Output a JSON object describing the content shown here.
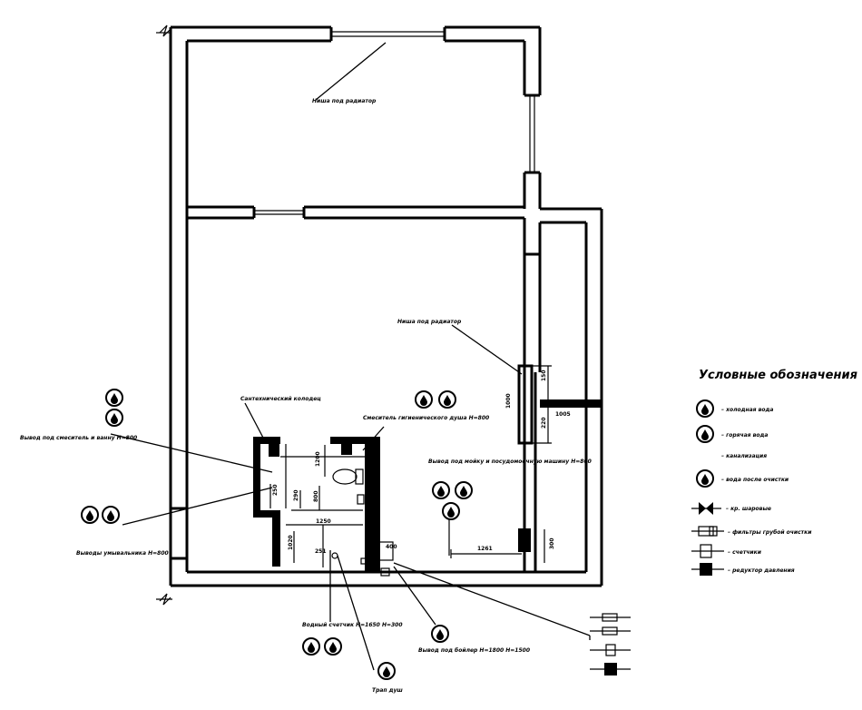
{
  "labels": {
    "niche_top": "Ниша под радиатор",
    "niche_right": "Ниша под радиатор",
    "installation_well": "Сантехнический колодец",
    "hygienic_shower": "Смеситель гигиенического душа  Н=800",
    "left_outlet": "Вывод под смеситель и ванну  Н=800",
    "sink_outlet": "Вывод под мойку и посудомоечную машину  Н=800",
    "washbasin": "Выводы умывальника  Н=800",
    "boiler": "Водный счетчик  Н=1650 Н=300",
    "drain": "Трап душ",
    "heater": "Вывод под бойлер Н=1800  Н=1500"
  },
  "dimensions": {
    "d1": "1000",
    "d2": "150",
    "d3": "220",
    "d4": "290",
    "d5": "250",
    "d6": "1200",
    "d7": "800",
    "d8": "1005",
    "d9": "400",
    "d10": "1261",
    "d11": "1250",
    "d12": "251",
    "d13": "1020",
    "d14": "300"
  },
  "legend": {
    "title": "Условные обозначения",
    "items": [
      {
        "icon": "cold-water-icon",
        "label": "– холодная вода"
      },
      {
        "icon": "hot-water-icon",
        "label": "– горячая вода"
      },
      {
        "icon": "none",
        "label": "– канализация"
      },
      {
        "icon": "drinking-water-icon",
        "label": "– вода после очистки"
      },
      {
        "icon": "valve-icon",
        "label": "– кр. шаровые"
      },
      {
        "icon": "filter-icon",
        "label": "– фильтры грубой очистки"
      },
      {
        "icon": "meter-icon",
        "label": "– счетчики"
      },
      {
        "icon": "reducer-icon",
        "label": "– редуктор давления"
      }
    ]
  },
  "colors": {
    "ink": "#000000",
    "paper": "#ffffff"
  }
}
